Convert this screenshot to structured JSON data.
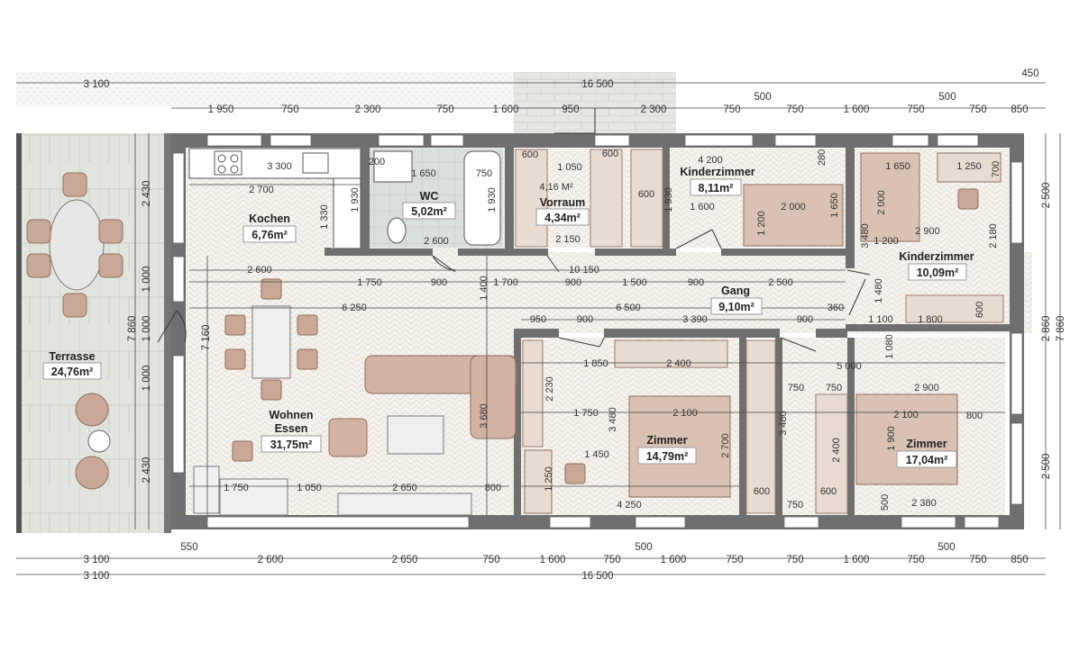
{
  "rooms": [
    {
      "key": "terrasse",
      "name": "Terrasse",
      "area": "24,76m²"
    },
    {
      "key": "kochen",
      "name": "Kochen",
      "area": "6,76m²"
    },
    {
      "key": "wc",
      "name": "WC",
      "area": "5,02m²"
    },
    {
      "key": "vorraum",
      "name": "Vorraum",
      "area": "4,34m²",
      "extra": "4,16 M²"
    },
    {
      "key": "kinder1",
      "name": "Kinderzimmer",
      "area": "8,11m²"
    },
    {
      "key": "kinder2",
      "name": "Kinderzimmer",
      "area": "10,09m²"
    },
    {
      "key": "gang",
      "name": "Gang",
      "area": "9,10m²"
    },
    {
      "key": "wohnen",
      "name": "Wohnen",
      "name2": "Essen",
      "area": "31,75m²"
    },
    {
      "key": "zimmer1",
      "name": "Zimmer",
      "area": "14,79m²"
    },
    {
      "key": "zimmer2",
      "name": "Zimmer",
      "area": "17,04m²"
    }
  ],
  "dims": {
    "top1": [
      "3 100",
      "16 500",
      "450"
    ],
    "top2": [
      "1 950",
      "750",
      "2 300",
      "750",
      "1 600",
      "950",
      "2 300",
      "750",
      "750",
      "1 600",
      "750",
      "750",
      "850"
    ],
    "top_small": [
      "500",
      "500"
    ],
    "bottom1": [
      "3 100",
      "550",
      "2 600",
      "2 650",
      "750",
      "1 600",
      "750",
      "1 600",
      "750",
      "750",
      "1 600",
      "750",
      "750",
      "850"
    ],
    "bottom_small": [
      "500",
      "500"
    ],
    "bottom2": [
      "3 100",
      "16 500"
    ],
    "right": [
      "2 500",
      "2 860",
      "2 500",
      "7 860"
    ],
    "left_terrace": [
      "2 430",
      "1 000",
      "1 000",
      "1 000",
      "2 430",
      "7 860"
    ],
    "left_inner": [
      "7 160"
    ],
    "interior": [
      "3 300",
      "200",
      "1 650",
      "750",
      "1 050",
      "600",
      "2 700",
      "1 930",
      "1 930",
      "1 930",
      "1 330",
      "2 600",
      "2 150",
      "600",
      "600",
      "4 200",
      "280",
      "1 600",
      "2 000",
      "1 650",
      "1 200",
      "1 650",
      "2 000",
      "1 250",
      "700",
      "2 900",
      "3 480",
      "1 200",
      "2 180",
      "2 600",
      "1 750",
      "900",
      "1 700",
      "10 150",
      "900",
      "1 500",
      "900",
      "2 500",
      "1 400",
      "1 480",
      "6 250",
      "6 500",
      "360",
      "950",
      "900",
      "3 390",
      "900",
      "1 100",
      "1 800",
      "600",
      "1 850",
      "2 400",
      "5 000",
      "1 080",
      "2 230",
      "750",
      "750",
      "2 900",
      "1 750",
      "2 100",
      "2 100",
      "800",
      "3 480",
      "3 480",
      "3 680",
      "1 900",
      "1 450",
      "2 700",
      "2 400",
      "1 250",
      "1 750",
      "1 050",
      "2 650",
      "800",
      "4 250",
      "750",
      "600",
      "600",
      "500",
      "2 380"
    ]
  },
  "colors": {
    "wall": "#707070",
    "floor": "#f4f1ec",
    "tile": "#dde1e1",
    "terrace": "#e0e2dc",
    "furniture": "#c9a898",
    "furnitureDark": "#a98676",
    "cabinet": "#e6d8cf",
    "label_bg": "#ffffff"
  }
}
